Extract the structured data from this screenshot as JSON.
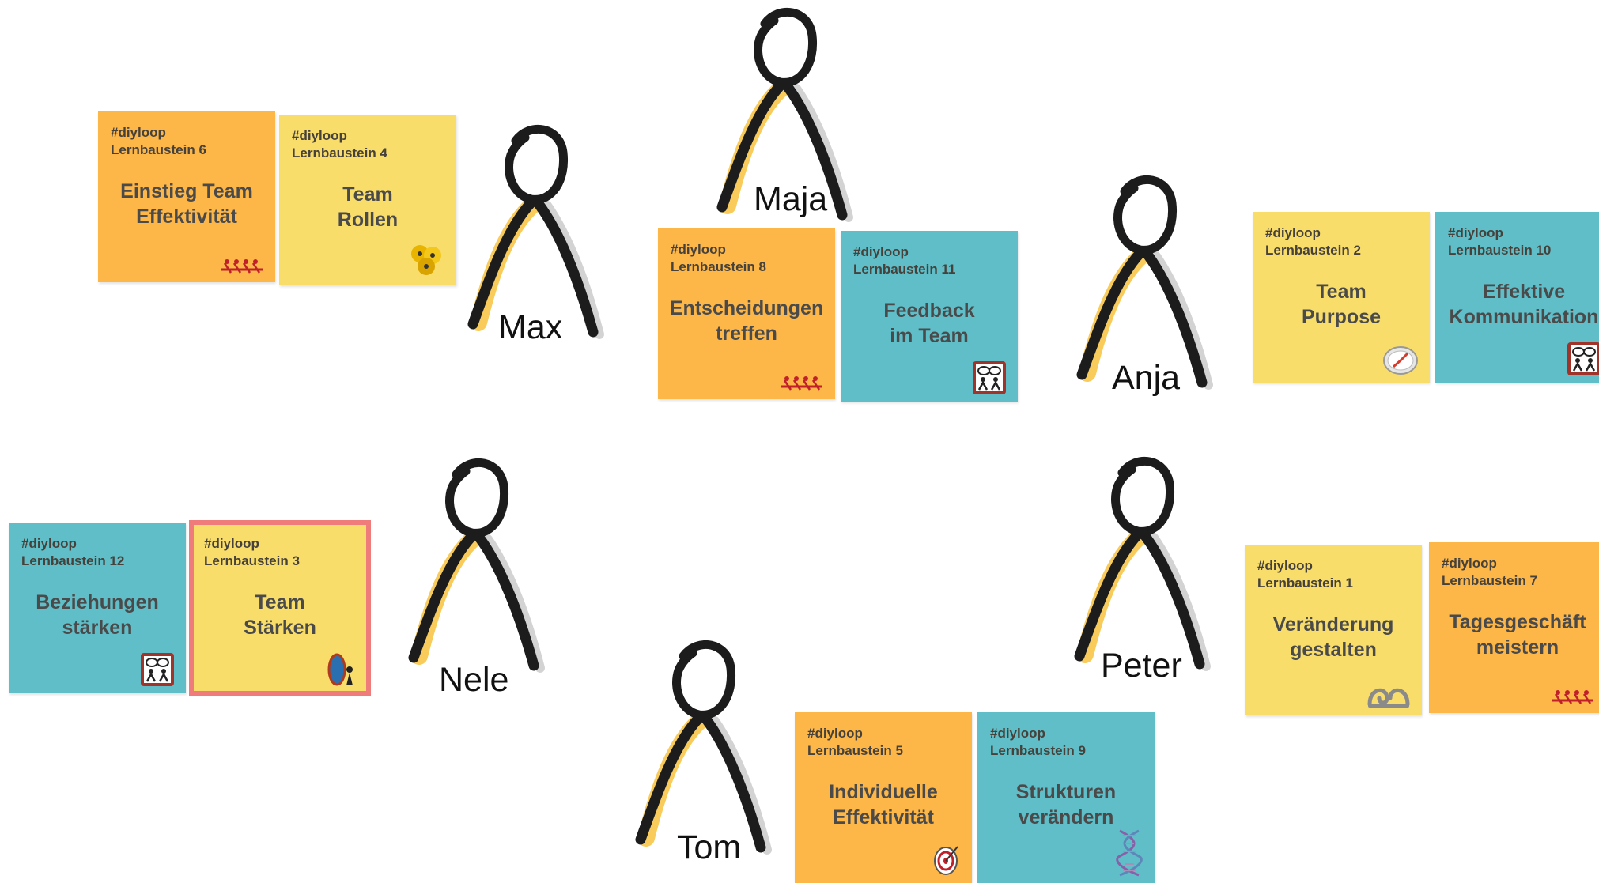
{
  "people": [
    {
      "name": "Max"
    },
    {
      "name": "Maja"
    },
    {
      "name": "Anja"
    },
    {
      "name": "Nele"
    },
    {
      "name": "Peter"
    },
    {
      "name": "Tom"
    }
  ],
  "notes": [
    {
      "tag": "#diyloop",
      "unit": "Lernbaustein 6",
      "title": "Einstieg Team\nEffektivität",
      "color": "#fdb748",
      "icon": "rowing-team-icon"
    },
    {
      "tag": "#diyloop",
      "unit": "Lernbaustein 4",
      "title": "Team\nRollen",
      "color": "#f8dd6b",
      "icon": "role-pieces-icon"
    },
    {
      "tag": "#diyloop",
      "unit": "Lernbaustein 8",
      "title": "Entscheidungen\ntreffen",
      "color": "#fdb748",
      "icon": "rowing-team-icon"
    },
    {
      "tag": "#diyloop",
      "unit": "Lernbaustein 11",
      "title": "Feedback\nim Team",
      "color": "#5fbec8",
      "icon": "conversation-icon"
    },
    {
      "tag": "#diyloop",
      "unit": "Lernbaustein 2",
      "title": "Team\nPurpose",
      "color": "#f8dd6b",
      "icon": "compass-icon"
    },
    {
      "tag": "#diyloop",
      "unit": "Lernbaustein 10",
      "title": "Effektive\nKommunikation",
      "color": "#5fbec8",
      "icon": "conversation-icon"
    },
    {
      "tag": "#diyloop",
      "unit": "Lernbaustein 12",
      "title": "Beziehungen\nstärken",
      "color": "#5fbec8",
      "icon": "conversation-icon"
    },
    {
      "tag": "#diyloop",
      "unit": "Lernbaustein 3",
      "title": "Team\nStärken",
      "color": "#f8dd6b",
      "icon": "mirror-icon"
    },
    {
      "tag": "#diyloop",
      "unit": "Lernbaustein 1",
      "title": "Veränderung\ngestalten",
      "color": "#f8dd6b",
      "icon": "loop-icon"
    },
    {
      "tag": "#diyloop",
      "unit": "Lernbaustein 7",
      "title": "Tagesgeschäft\nmeistern",
      "color": "#fdb748",
      "icon": "rowing-team-icon"
    },
    {
      "tag": "#diyloop",
      "unit": "Lernbaustein 5",
      "title": "Individuelle\nEffektivität",
      "color": "#fdb748",
      "icon": "target-icon"
    },
    {
      "tag": "#diyloop",
      "unit": "Lernbaustein 9",
      "title": "Strukturen\nverändern",
      "color": "#5fbec8",
      "icon": "dna-icon"
    }
  ]
}
